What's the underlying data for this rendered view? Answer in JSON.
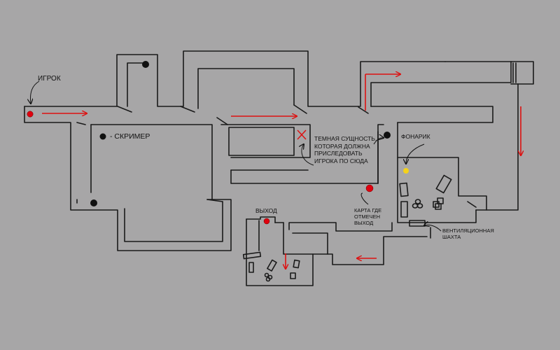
{
  "labels": {
    "player": "ИГРОК",
    "screamer": "- СКРИМЕР",
    "exit": "ВЫХОД",
    "flashlight": "ФОНАРИК",
    "entity": [
      "ТЕМНАЯ СУЩНОСТЬ,",
      "КОТОРАЯ ДОЛЖНА",
      "ПРИСЛЕДОВАТЬ",
      "ИГРОКА ПО СЮДА"
    ],
    "map_note": [
      "КАРТА ГДЕ",
      "ОТМЕЧЕН",
      "ВЫХОД"
    ],
    "vent": [
      "ВЕНТИЛЯЦИОННАЯ",
      "ШАХТА"
    ]
  },
  "colors": {
    "background": "#a7a6a7",
    "walls": "#1a1a1a",
    "arrows": "#dd1111",
    "player_marker": "#e0000f",
    "screamer_marker": "#111111",
    "flashlight_marker": "#f4d21a"
  },
  "markers": {
    "player": "red-dot",
    "screamer": "black-dot",
    "map": "red-dot",
    "exit": "red-dot",
    "flashlight": "yellow-dot",
    "entity": "red-x"
  }
}
